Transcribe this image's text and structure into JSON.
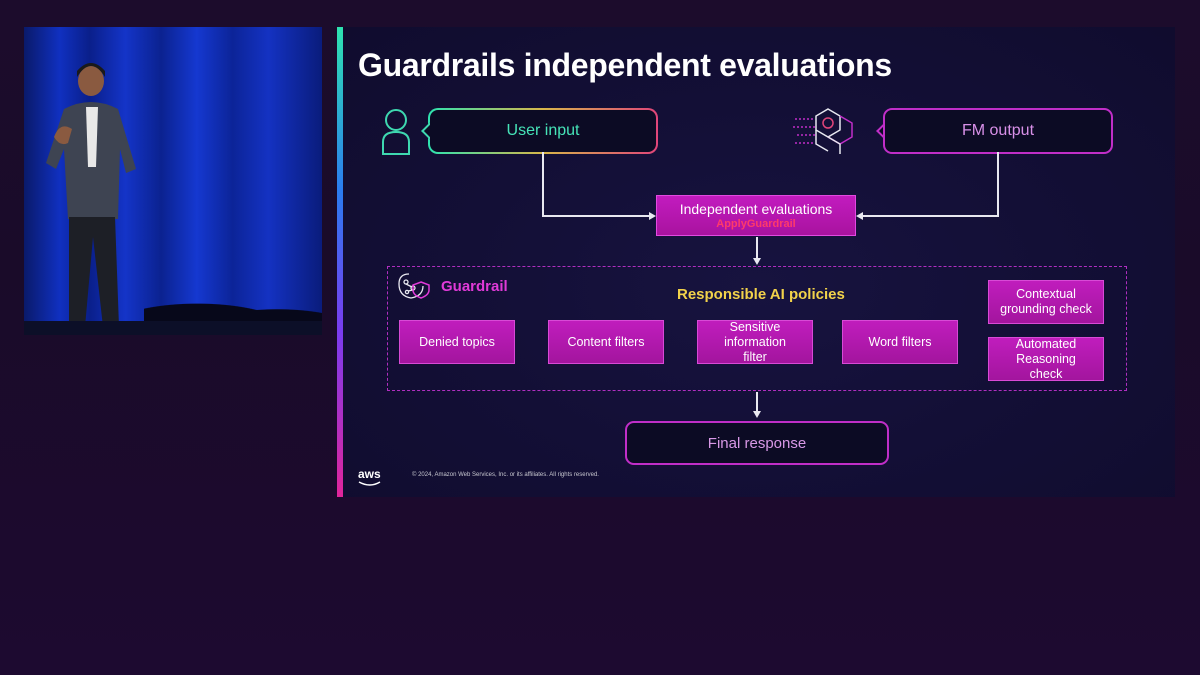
{
  "slide": {
    "title": "Guardrails independent evaluations",
    "user_input_label": "User input",
    "fm_output_label": "FM output",
    "evaluations": {
      "label": "Independent evaluations",
      "api_name": "ApplyGuardrail"
    },
    "guardrail_label": "Guardrail",
    "policies_title": "Responsible AI policies",
    "policies": [
      {
        "label": "Denied topics"
      },
      {
        "label": "Content filters"
      },
      {
        "label": "Sensitive information filter"
      },
      {
        "label": "Word filters"
      }
    ],
    "checks": [
      {
        "label": "Contextual grounding check"
      },
      {
        "label": "Automated Reasoning check"
      }
    ],
    "final_response_label": "Final response",
    "logo_text": "aws",
    "copyright": "© 2024, Amazon Web Services, Inc. or its affiliates. All rights reserved."
  },
  "colors": {
    "background": "#1c0c2c",
    "slide_background": "#130f36",
    "box_magenta": "#b516b2",
    "user_input_text": "#46e4b8",
    "fm_output_border": "#c02ec8",
    "policies_title": "#f2d24a",
    "api_name": "#ff3a6a"
  },
  "icons": [
    "person-icon",
    "brain-circuit-icon",
    "guardrail-icon",
    "aws-logo"
  ]
}
